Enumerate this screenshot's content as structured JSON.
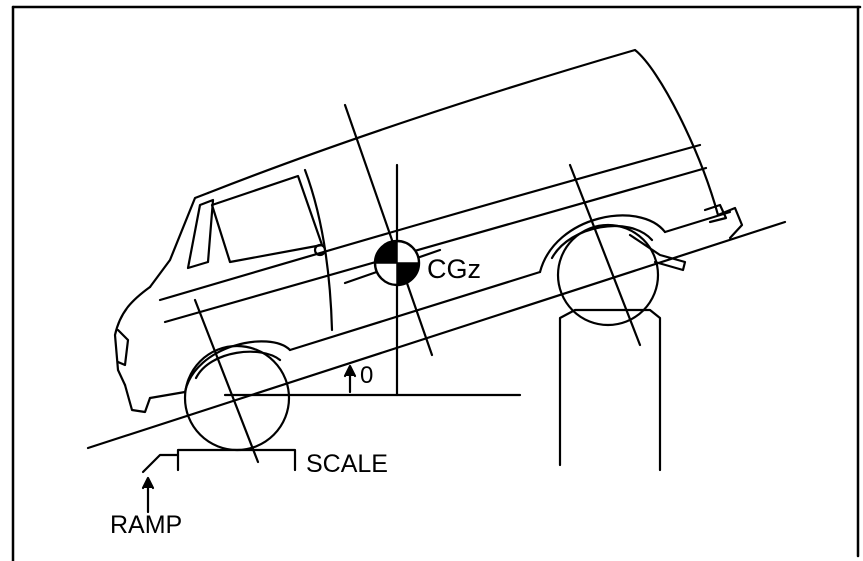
{
  "labels": {
    "center_of_gravity": "CGz",
    "angle": "0",
    "scale": "SCALE",
    "ramp": "RAMP"
  },
  "colors": {
    "ink": "#000000",
    "paper": "#ffffff"
  }
}
